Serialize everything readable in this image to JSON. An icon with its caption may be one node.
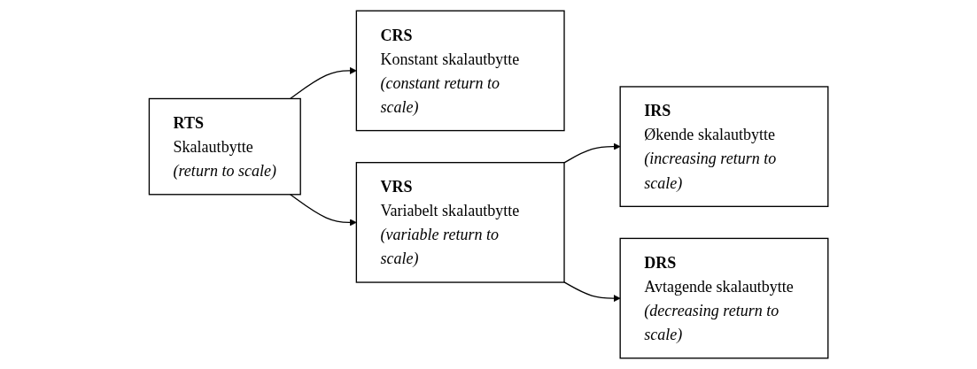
{
  "diagram": {
    "nodes": [
      {
        "text": [
          "RTS",
          "Skalautbytte",
          "(return to scale)"
        ]
      },
      {
        "text": [
          "CRS",
          "Konstant skalautbytte",
          "(constant return to scale)"
        ]
      },
      {
        "text": [
          "VRS",
          "Variabelt skalautbytte",
          "(variable return to scale)"
        ]
      },
      {
        "text": [
          "IRS",
          "Økende skalautbytte",
          "(increasing return to scale)"
        ]
      },
      {
        "text": [
          "DRS",
          "Avtagende skalautbytte",
          "(decreasing return to scale)"
        ]
      }
    ],
    "edges": [
      {
        "from": 0,
        "to": 1,
        "arrow": "to"
      },
      {
        "from": 0,
        "to": 2,
        "arrow": "to"
      },
      {
        "from": 2,
        "to": 3,
        "arrow": "to"
      },
      {
        "from": 2,
        "to": 4,
        "arrow": "to"
      }
    ]
  }
}
